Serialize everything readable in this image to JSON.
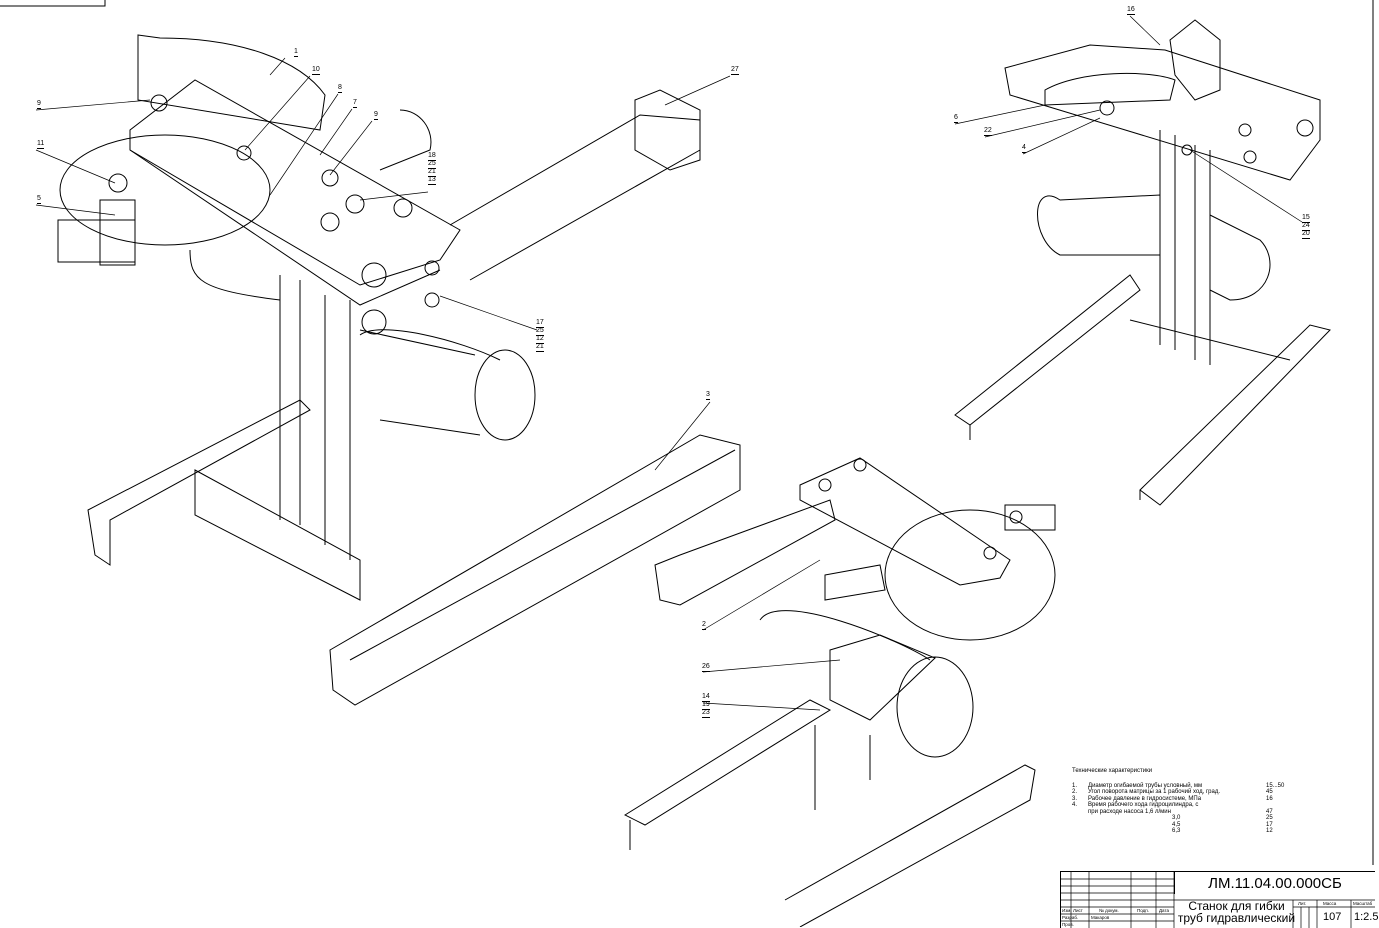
{
  "callouts": [
    "1",
    "10",
    "8",
    "7",
    "9",
    "9",
    "11",
    "5",
    "27",
    "18",
    "25",
    "21",
    "13",
    "17",
    "25",
    "12",
    "21",
    "3",
    "16",
    "6",
    "22",
    "4",
    "15",
    "24",
    "20",
    "2",
    "26",
    "14",
    "19",
    "23"
  ],
  "tech": {
    "title": "Технические характеристики",
    "items": [
      {
        "n": "1.",
        "text": "Диаметр огибаемой трубы условный, мм",
        "value": "15...50"
      },
      {
        "n": "2.",
        "text": "Угол поворота матрицы за 1 рабочий ход, град.",
        "value": "45"
      },
      {
        "n": "3.",
        "text": "Рабочее давление в гидросистеме, МПа",
        "value": "16"
      },
      {
        "n": "4.",
        "text": "Время рабочего хода гидроцилиндра, с",
        "value": ""
      },
      {
        "n": "",
        "text": "при расходе насоса 1,6 л/мин",
        "value": "47"
      },
      {
        "n": "",
        "text": "3,0",
        "value": "25"
      },
      {
        "n": "",
        "text": "4,5",
        "value": "17"
      },
      {
        "n": "",
        "text": "6,3",
        "value": "12"
      }
    ]
  },
  "title_block": {
    "code": "ЛМ.11.04.00.000СБ",
    "name_line1": "Станок для гибки",
    "name_line2": "труб гидравлический",
    "headers": [
      "Изм.",
      "Лист",
      "№ докум.",
      "Подп.",
      "Дата"
    ],
    "razrab_label": "Разраб.",
    "razrab_name": "Макаров",
    "prov_label": "Пров.",
    "lit_label": "Лит.",
    "mass_label": "Масса",
    "scale_label": "Масштаб",
    "mass": "107",
    "scale": "1:2.5"
  }
}
